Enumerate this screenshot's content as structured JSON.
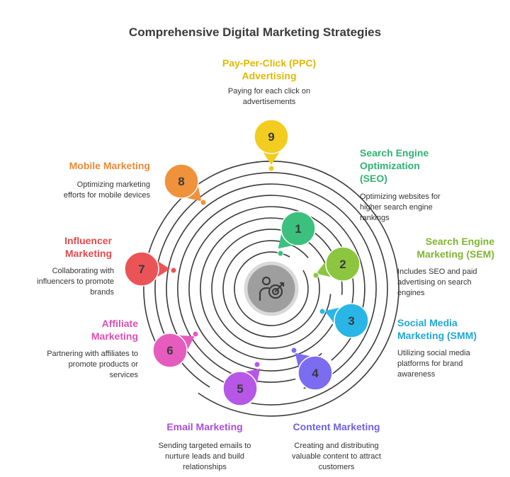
{
  "title": "Comprehensive Digital Marketing Strategies",
  "center_icon": "target-person-icon",
  "items": [
    {
      "num": "1",
      "label": "Search Engine Optimization (SEO)",
      "desc": "Optimizing websites for higher search engine rankings",
      "color": "#3cc07e"
    },
    {
      "num": "2",
      "label": "Search Engine Marketing (SEM)",
      "desc": "Includes SEO and paid advertising on search engines",
      "color": "#8cc63f"
    },
    {
      "num": "3",
      "label": "Social Media Marketing (SMM)",
      "desc": "Utilizing social media platforms for brand awareness",
      "color": "#29b6e6"
    },
    {
      "num": "4",
      "label": "Content Marketing",
      "desc": "Creating and distributing valuable content to attract customers",
      "color": "#7b6cf0"
    },
    {
      "num": "5",
      "label": "Email Marketing",
      "desc": "Sending targeted emails to nurture leads and build relationships",
      "color": "#b657e8"
    },
    {
      "num": "6",
      "label": "Affiliate Marketing",
      "desc": "Partnering with affiliates to promote products or services",
      "color": "#e65cbe"
    },
    {
      "num": "7",
      "label": "Influencer Marketing",
      "desc": "Collaborating with influencers to promote brands",
      "color": "#eb5457"
    },
    {
      "num": "8",
      "label": "Mobile Marketing",
      "desc": "Optimizing marketing efforts for mobile devices",
      "color": "#f0913c"
    },
    {
      "num": "9",
      "label": "Pay-Per-Click (PPC) Advertising",
      "desc": "Paying for each click on advertisements",
      "color": "#f2cc1f"
    }
  ]
}
